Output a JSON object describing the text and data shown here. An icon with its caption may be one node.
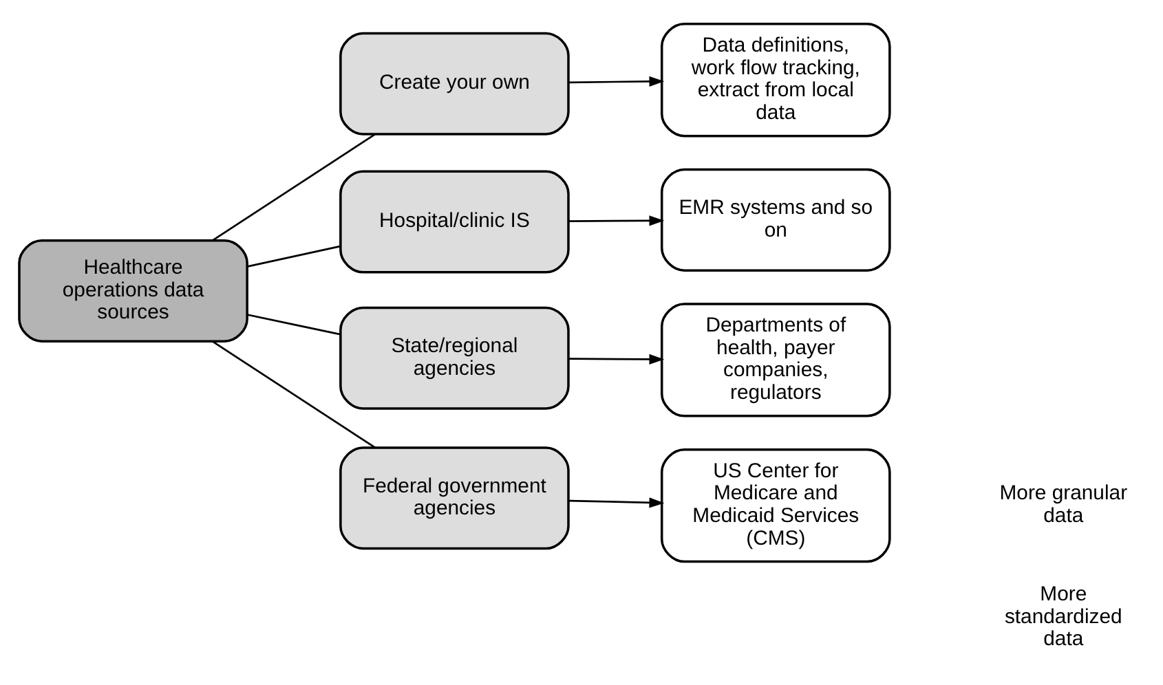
{
  "diagram": {
    "nodes": [
      {
        "text": [
          "Healthcare operations data sources"
        ]
      },
      {
        "text": [
          "Create your own"
        ]
      },
      {
        "text": [
          "Hospital/clinic IS"
        ]
      },
      {
        "text": [
          "State/regional agencies"
        ]
      },
      {
        "text": [
          "Federal government agencies"
        ]
      },
      {
        "text": [
          "Data definitions, work flow tracking, extract from local data"
        ]
      },
      {
        "text": [
          "EMR systems and so on"
        ]
      },
      {
        "text": [
          "Departments of health, payer companies, regulators"
        ]
      },
      {
        "text": [
          "US Center for Medicare and Medicaid Services (CMS)"
        ]
      }
    ],
    "edges": [
      {
        "from": 0,
        "to": 1,
        "arrow": "none"
      },
      {
        "from": 0,
        "to": 2,
        "arrow": "none"
      },
      {
        "from": 0,
        "to": 3,
        "arrow": "none"
      },
      {
        "from": 0,
        "to": 4,
        "arrow": "none"
      },
      {
        "from": 1,
        "to": 5,
        "arrow": "to"
      },
      {
        "from": 2,
        "to": 6,
        "arrow": "to"
      },
      {
        "from": 3,
        "to": 7,
        "arrow": "to"
      },
      {
        "from": 4,
        "to": 8,
        "arrow": "to"
      }
    ],
    "labels": [
      "More granular data",
      "More standardized data"
    ]
  }
}
